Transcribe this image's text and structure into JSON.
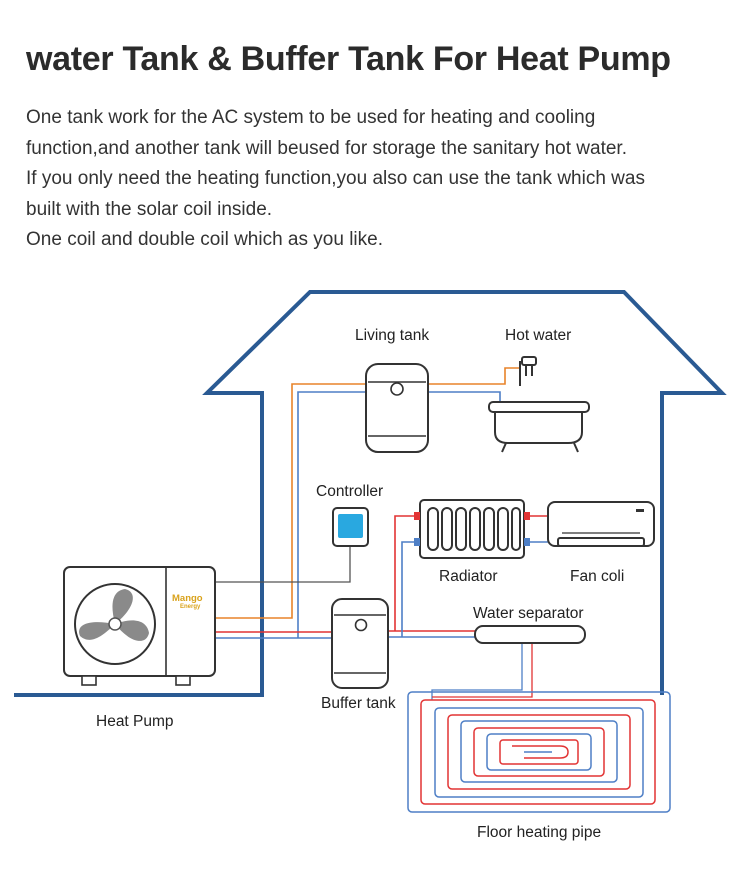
{
  "title": "water Tank & Buffer Tank For Heat Pump",
  "description": [
    "One tank work for the AC system to be used for heating and cooling",
    "function,and another tank will beused for storage the sanitary hot water.",
    "If you only need the heating function,you also can use the tank which was",
    "built with the solar coil inside.",
    "One coil and double coil which as you like."
  ],
  "labels": {
    "living_tank": "Living tank",
    "hot_water": "Hot water",
    "controller": "Controller",
    "radiator": "Radiator",
    "fan_coil": "Fan coli",
    "water_separator": "Water separator",
    "buffer_tank": "Buffer tank",
    "heat_pump": "Heat Pump",
    "floor_heating": "Floor heating pipe"
  },
  "brand": {
    "line1": "Mango",
    "line2": "Energy"
  },
  "colors": {
    "house_outline": "#2a5a93",
    "hot_pipe": "#e8832a",
    "supply_pipe": "#e23434",
    "return_pipe": "#4e7fc6",
    "controller_screen": "#29a8e0",
    "brand_text": "#d9a21b"
  }
}
